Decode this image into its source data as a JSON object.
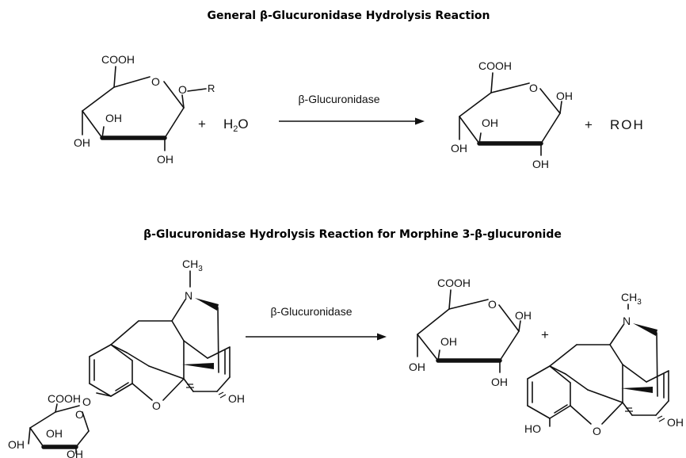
{
  "reaction1": {
    "title": "General β-Glucuronidase Hydrolysis Reaction",
    "enzyme": "β-Glucuronidase",
    "plus": "+",
    "water_main": "H",
    "water_sub": "2",
    "water_tail": "O",
    "product_roh": "ROH",
    "glucuronide": {
      "cooh": "COOH",
      "ring_o": "O",
      "oxy": "O",
      "r": "R",
      "oh_ring": "OH",
      "oh_left": "OH",
      "oh_bottom": "OH"
    },
    "acid": {
      "cooh": "COOH",
      "ring_o": "O",
      "oh_anomeric": "OH",
      "oh_ring": "OH",
      "oh_left": "OH",
      "oh_bottom": "OH"
    }
  },
  "reaction2": {
    "title": "β-Glucuronidase Hydrolysis Reaction for Morphine  3-β-glucuronide",
    "enzyme": "β-Glucuronidase",
    "plus": "+",
    "m3g": {
      "ch3_main": "CH",
      "ch3_sub": "3",
      "n": "N",
      "bridge_o": "O",
      "oh_c6": "OH",
      "link_o": "O",
      "sugar_cooh": "COOH",
      "sugar_ring_o": "O",
      "sugar_oh_ring": "OH",
      "sugar_oh_left": "OH",
      "sugar_oh_bottom": "OH"
    },
    "acid": {
      "cooh": "COOH",
      "ring_o": "O",
      "oh_anomeric": "OH",
      "oh_ring": "OH",
      "oh_left": "OH",
      "oh_bottom": "OH"
    },
    "morphine": {
      "ch3_main": "CH",
      "ch3_sub": "3",
      "n": "N",
      "bridge_o": "O",
      "oh_c6": "OH",
      "ho_c3": "HO"
    }
  }
}
